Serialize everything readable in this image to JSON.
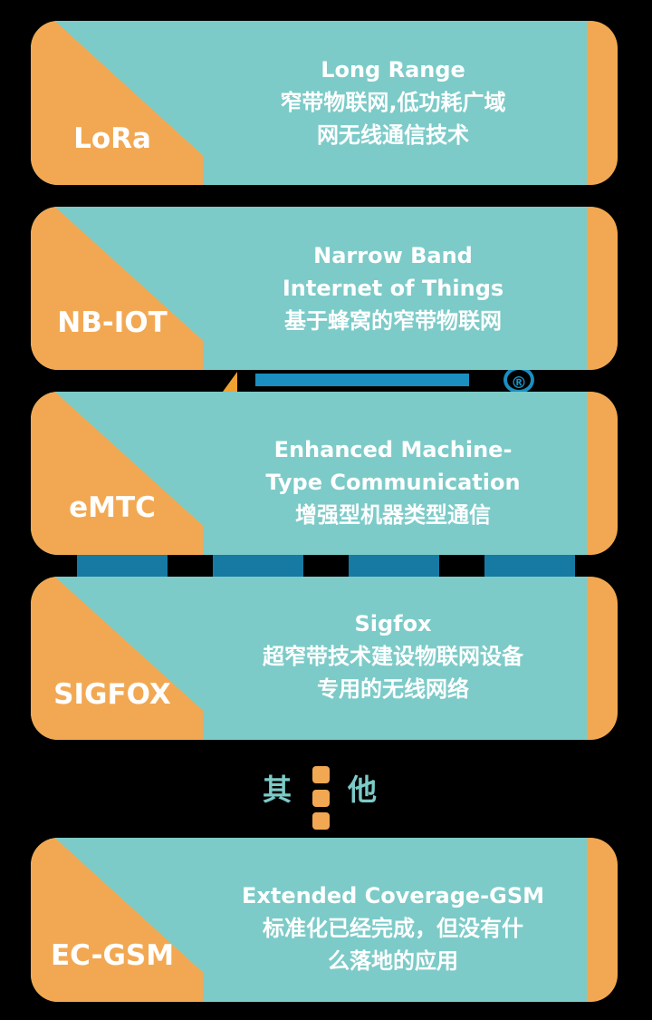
{
  "colors": {
    "teal": "#7ccbc8",
    "orange": "#f2a852",
    "background": "#000000",
    "text": "#ffffff"
  },
  "cards": [
    {
      "tag": "LoRa",
      "lines": [
        "Long Range",
        "窄带物联网,低功耗广域",
        "网无线通信技术"
      ]
    },
    {
      "tag": "NB-IOT",
      "lines": [
        "Narrow Band",
        "Internet of Things",
        "基于蜂窝的窄带物联网"
      ]
    },
    {
      "tag": "eMTC",
      "lines": [
        "Enhanced Machine-",
        "Type Communication",
        "增强型机器类型通信"
      ]
    },
    {
      "tag": "SIGFOX",
      "lines": [
        "Sigfox",
        "超窄带技术建设物联网设备",
        "专用的无线网络"
      ]
    },
    {
      "tag": "EC-GSM",
      "lines": [
        "Extended Coverage-GSM",
        "标准化已经完成，但没有什",
        "么落地的应用"
      ]
    }
  ],
  "separator": {
    "left": "其",
    "right": "他"
  },
  "watermark": {
    "symbol": "®"
  }
}
